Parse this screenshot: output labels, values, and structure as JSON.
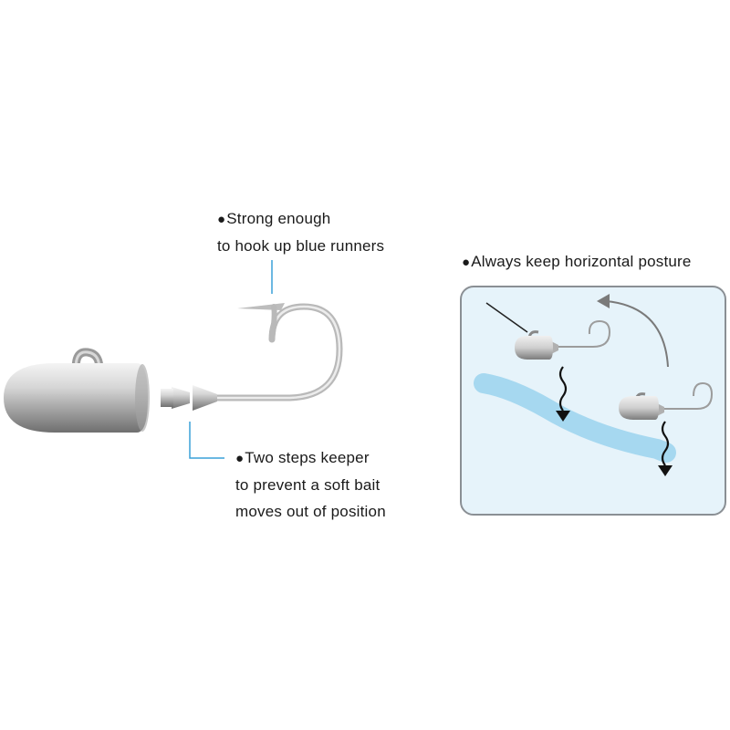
{
  "callouts": {
    "hook_strength": {
      "bullet": "●",
      "lines": [
        "Strong enough",
        "to hook up blue runners"
      ]
    },
    "keeper": {
      "bullet": "●",
      "lines": [
        "Two steps keeper",
        "to prevent a soft bait",
        "moves out of position"
      ]
    },
    "posture": {
      "bullet": "●",
      "lines": [
        "Always keep horizontal posture"
      ]
    }
  },
  "colors": {
    "callout_line": "#3aa0d8",
    "panel_fill": "#e6f3fa",
    "panel_border": "#8a8f94",
    "bait_band": "#a6d8f0",
    "metal": "#c9c9c9",
    "text": "#1a1a1a"
  },
  "icons": {
    "sink_arrow": "wavy-down-arrow",
    "swim_arrow": "curved-up-left-arrow"
  }
}
